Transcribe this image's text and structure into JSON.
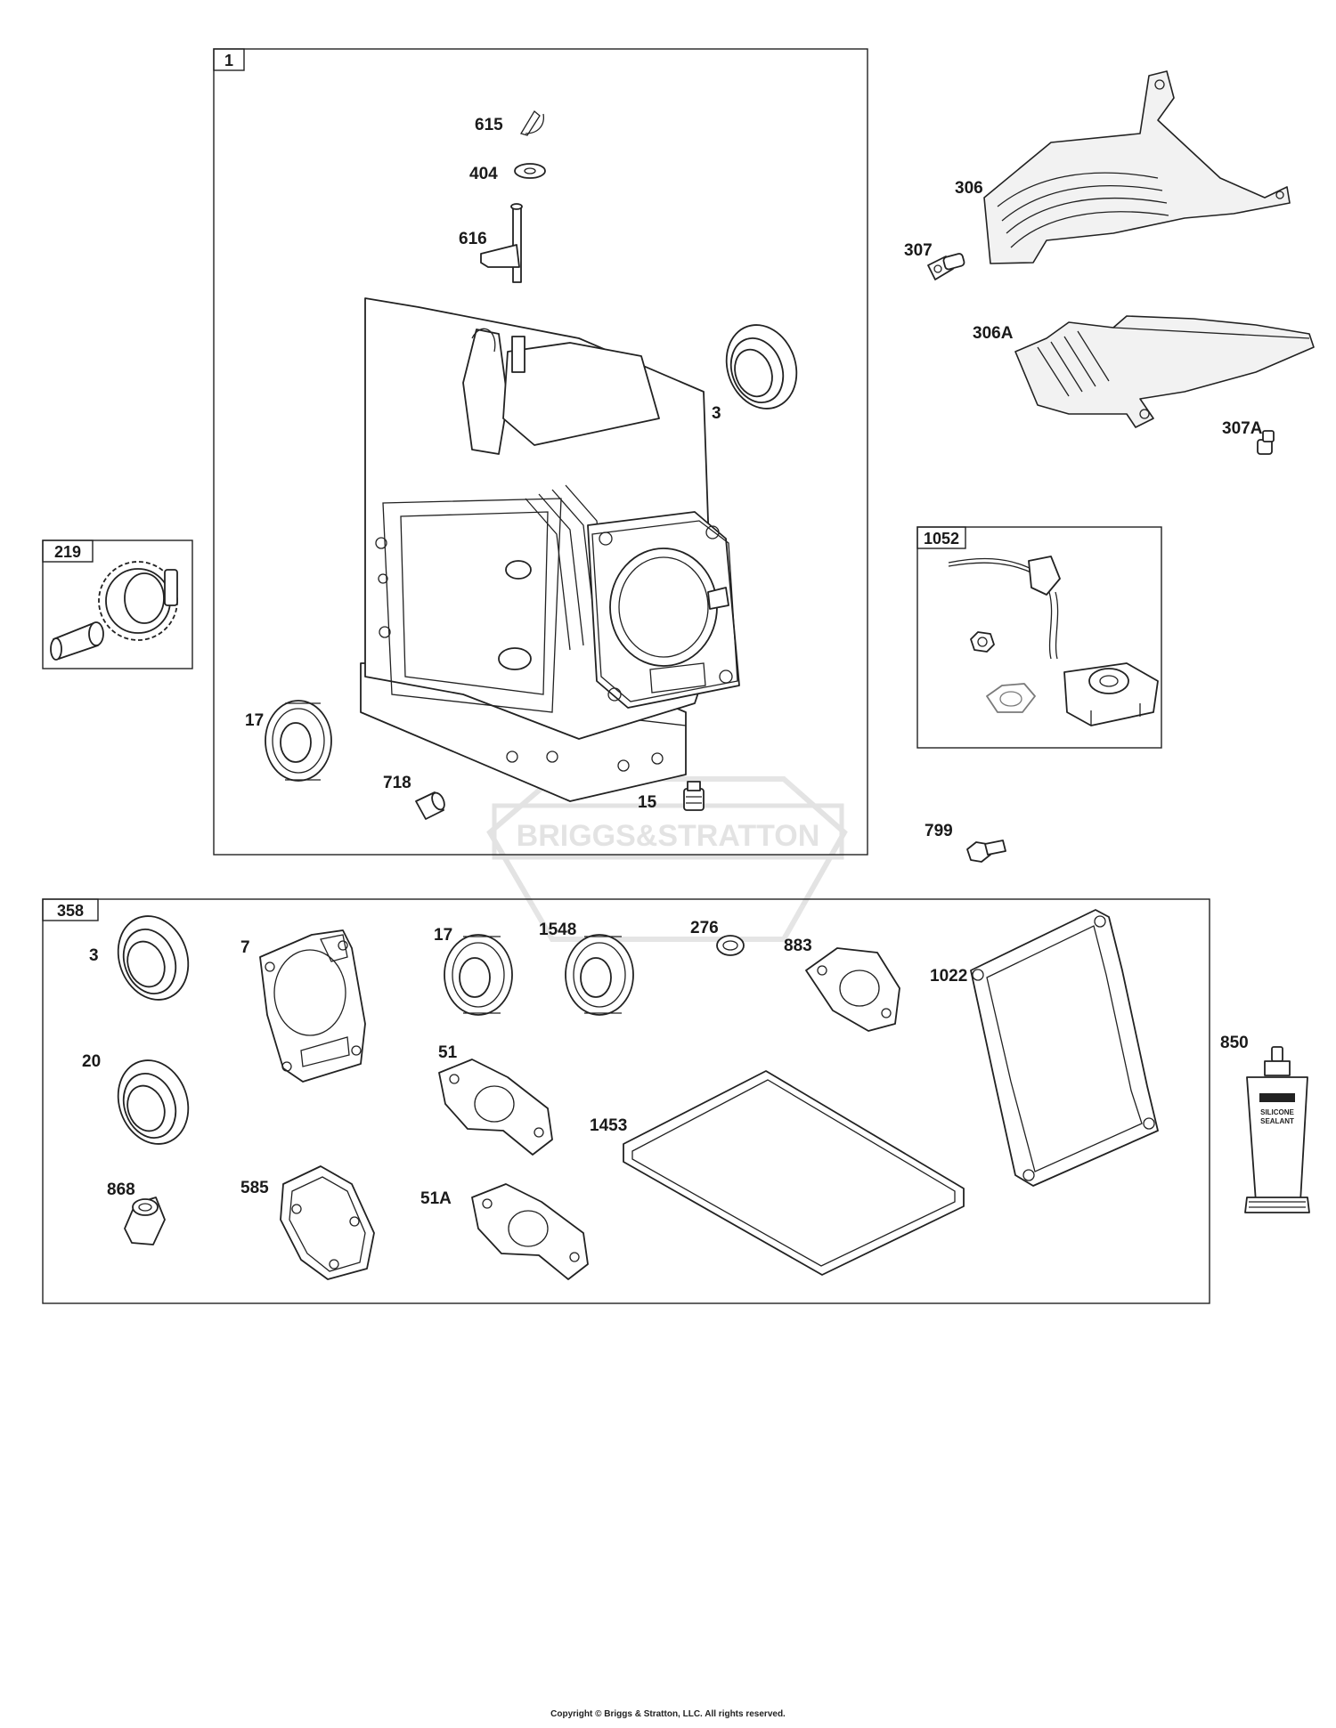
{
  "diagram": {
    "boxes": {
      "box_1": "1",
      "box_219": "219",
      "box_1052": "1052",
      "box_358": "358"
    },
    "labels": {
      "p615": "615",
      "p404": "404",
      "p616": "616",
      "p3_top": "3",
      "p17_top": "17",
      "p718": "718",
      "p15": "15",
      "p306": "306",
      "p307": "307",
      "p306A": "306A",
      "p307A": "307A",
      "p799": "799",
      "p3_kit": "3",
      "p7": "7",
      "p17_kit": "17",
      "p1548": "1548",
      "p276": "276",
      "p883": "883",
      "p1022": "1022",
      "p20": "20",
      "p51": "51",
      "p1453": "1453",
      "p868": "868",
      "p585": "585",
      "p51A": "51A",
      "p850": "850"
    },
    "tube_text": {
      "line1": "SILICONE",
      "line2": "SEALANT"
    },
    "watermark": "BRIGGS&STRATTON"
  },
  "footer": {
    "copyright": "Copyright © Briggs & Stratton, LLC. All rights reserved."
  }
}
